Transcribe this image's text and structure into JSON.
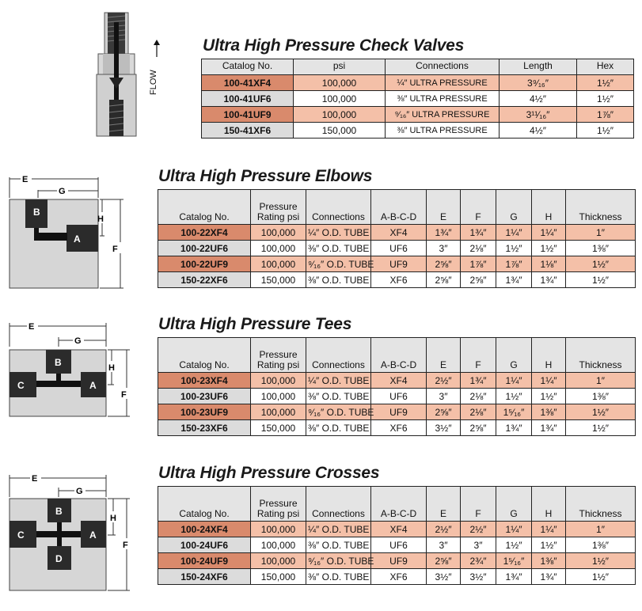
{
  "flow_label": "FLOW",
  "check_valves": {
    "title": "Ultra High Pressure Check Valves",
    "headers": [
      "Catalog No.",
      "psi",
      "Connections",
      "Length",
      "Hex"
    ],
    "rows": [
      {
        "cat": "100-41XF4",
        "psi": "100,000",
        "conn": "¼″ ULTRA PRESSURE",
        "length": "3⁹⁄₁₆″",
        "hex": "1½″"
      },
      {
        "cat": "100-41UF6",
        "psi": "100,000",
        "conn": "⅜″ ULTRA PRESSURE",
        "length": "4½″",
        "hex": "1½″"
      },
      {
        "cat": "100-41UF9",
        "psi": "100,000",
        "conn": "⁹⁄₁₆″ ULTRA PRESSURE",
        "length": "3¹¹⁄₁₆″",
        "hex": "1⅞″"
      },
      {
        "cat": "150-41XF6",
        "psi": "150,000",
        "conn": "⅜″ ULTRA PRESSURE",
        "length": "4½″",
        "hex": "1½″"
      }
    ]
  },
  "elbows": {
    "title": "Ultra High Pressure Elbows",
    "headers": [
      "Catalog No.",
      "Pressure Rating psi",
      "Connections",
      "A-B-C-D",
      "E",
      "F",
      "G",
      "H",
      "Thickness"
    ],
    "rows": [
      {
        "cat": "100-22XF4",
        "psi": "100,000",
        "conn": "¼″ O.D. TUBE",
        "abcd": "XF4",
        "e": "1¾″",
        "f": "1¾″",
        "g": "1¼″",
        "h": "1¼″",
        "t": "1″"
      },
      {
        "cat": "100-22UF6",
        "psi": "100,000",
        "conn": "⅜″ O.D. TUBE",
        "abcd": "UF6",
        "e": "3″",
        "f": "2⅛″",
        "g": "1½″",
        "h": "1½″",
        "t": "1⅜″"
      },
      {
        "cat": "100-22UF9",
        "psi": "100,000",
        "conn": "⁹⁄₁₆″ O.D. TUBE",
        "abcd": "UF9",
        "e": "2⅝″",
        "f": "1⅞″",
        "g": "1⅞″",
        "h": "1⅛″",
        "t": "1½″"
      },
      {
        "cat": "150-22XF6",
        "psi": "150,000",
        "conn": "⅜″ O.D. TUBE",
        "abcd": "XF6",
        "e": "2⅝″",
        "f": "2⅝″",
        "g": "1¾″",
        "h": "1¾″",
        "t": "1½″"
      }
    ],
    "labels": {
      "e": "E",
      "g": "G",
      "h": "H",
      "f": "F",
      "a": "A",
      "b": "B"
    }
  },
  "tees": {
    "title": "Ultra High Pressure Tees",
    "headers": [
      "Catalog No.",
      "Pressure Rating psi",
      "Connections",
      "A-B-C-D",
      "E",
      "F",
      "G",
      "H",
      "Thickness"
    ],
    "rows": [
      {
        "cat": "100-23XF4",
        "psi": "100,000",
        "conn": "¼″ O.D. TUBE",
        "abcd": "XF4",
        "e": "2½″",
        "f": "1¾″",
        "g": "1¼″",
        "h": "1¼″",
        "t": "1″"
      },
      {
        "cat": "100-23UF6",
        "psi": "100,000",
        "conn": "⅜″ O.D. TUBE",
        "abcd": "UF6",
        "e": "3″",
        "f": "2⅛″",
        "g": "1½″",
        "h": "1½″",
        "t": "1⅜″"
      },
      {
        "cat": "100-23UF9",
        "psi": "100,000",
        "conn": "⁹⁄₁₆″ O.D. TUBE",
        "abcd": "UF9",
        "e": "2⅝″",
        "f": "2⅛″",
        "g": "1⁵⁄₁₆″",
        "h": "1⅜″",
        "t": "1½″"
      },
      {
        "cat": "150-23XF6",
        "psi": "150,000",
        "conn": "⅜″ O.D. TUBE",
        "abcd": "XF6",
        "e": "3½″",
        "f": "2⅝″",
        "g": "1¾″",
        "h": "1¾″",
        "t": "1½″"
      }
    ],
    "labels": {
      "e": "E",
      "g": "G",
      "h": "H",
      "f": "F",
      "a": "A",
      "b": "B",
      "c": "C"
    }
  },
  "crosses": {
    "title": "Ultra High Pressure Crosses",
    "headers": [
      "Catalog No.",
      "Pressure Rating psi",
      "Connections",
      "A-B-C-D",
      "E",
      "F",
      "G",
      "H",
      "Thickness"
    ],
    "rows": [
      {
        "cat": "100-24XF4",
        "psi": "100,000",
        "conn": "¼″ O.D. TUBE",
        "abcd": "XF4",
        "e": "2½″",
        "f": "2½″",
        "g": "1¼″",
        "h": "1¼″",
        "t": "1″"
      },
      {
        "cat": "100-24UF6",
        "psi": "100,000",
        "conn": "⅜″ O.D. TUBE",
        "abcd": "UF6",
        "e": "3″",
        "f": "3″",
        "g": "1½″",
        "h": "1½″",
        "t": "1⅜″"
      },
      {
        "cat": "100-24UF9",
        "psi": "100,000",
        "conn": "⁹⁄₁₆″ O.D. TUBE",
        "abcd": "UF9",
        "e": "2⅝″",
        "f": "2¾″",
        "g": "1⁵⁄₁₆″",
        "h": "1⅜″",
        "t": "1½″"
      },
      {
        "cat": "150-24XF6",
        "psi": "150,000",
        "conn": "⅜″ O.D. TUBE",
        "abcd": "XF6",
        "e": "3½″",
        "f": "3½″",
        "g": "1¾″",
        "h": "1¾″",
        "t": "1½″"
      }
    ],
    "labels": {
      "e": "E",
      "g": "G",
      "h": "H",
      "f": "F",
      "a": "A",
      "b": "B",
      "c": "C",
      "d": "D"
    }
  }
}
